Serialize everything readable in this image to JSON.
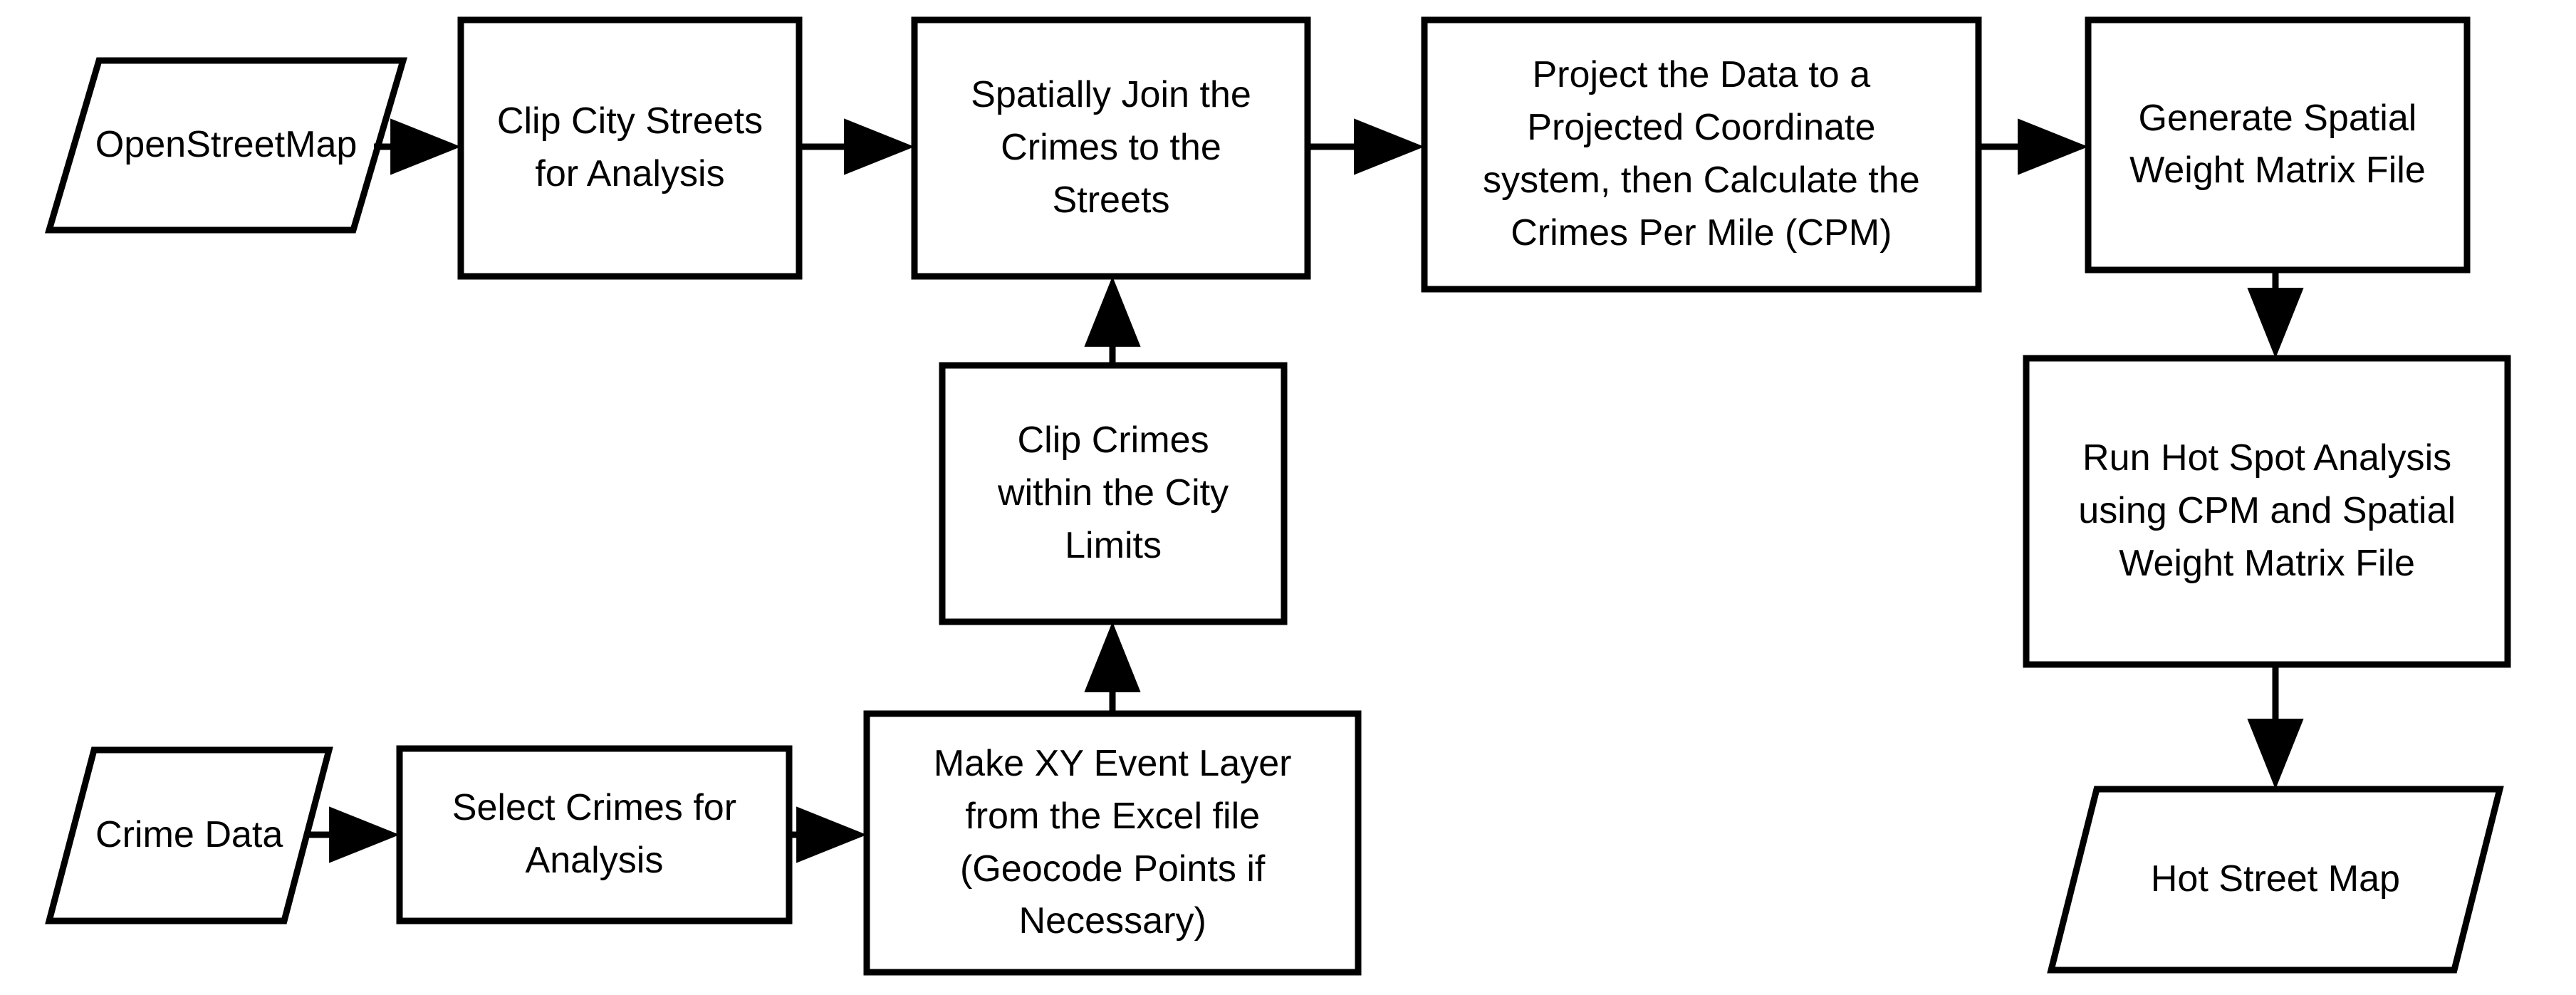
{
  "diagram": {
    "type": "flowchart",
    "colors": {
      "background": "#ffffff",
      "node_fill": "#ffffff",
      "node_stroke": "#000000",
      "text": "#000000",
      "arrow": "#000000"
    },
    "nodes": {
      "openstreetmap": {
        "shape": "parallelogram",
        "label": "OpenStreetMap"
      },
      "clip_city_streets": {
        "shape": "process",
        "label": "Clip City Streets\nfor Analysis"
      },
      "spatially_join": {
        "shape": "process",
        "label": "Spatially Join the\nCrimes to the\nStreets"
      },
      "project_data_cpm": {
        "shape": "process",
        "label": "Project the Data to a\nProjected Coordinate\nsystem, then Calculate the\nCrimes Per Mile (CPM)"
      },
      "generate_swm": {
        "shape": "process",
        "label": "Generate Spatial\nWeight Matrix File"
      },
      "clip_crimes": {
        "shape": "process",
        "label": "Clip Crimes\nwithin the City\nLimits"
      },
      "run_hot_spot": {
        "shape": "process",
        "label": "Run Hot Spot Analysis\nusing CPM and Spatial\nWeight Matrix File"
      },
      "make_xy_event_layer": {
        "shape": "process",
        "label": "Make XY Event Layer\nfrom the Excel file\n(Geocode Points if\nNecessary)"
      },
      "crime_data": {
        "shape": "parallelogram",
        "label": "Crime Data"
      },
      "select_crimes": {
        "shape": "process",
        "label": "Select Crimes for\nAnalysis"
      },
      "hot_street_map": {
        "shape": "parallelogram",
        "label": "Hot Street Map"
      }
    },
    "edges": [
      {
        "from": "openstreetmap",
        "to": "clip_city_streets"
      },
      {
        "from": "clip_city_streets",
        "to": "spatially_join"
      },
      {
        "from": "spatially_join",
        "to": "project_data_cpm"
      },
      {
        "from": "project_data_cpm",
        "to": "generate_swm"
      },
      {
        "from": "generate_swm",
        "to": "run_hot_spot"
      },
      {
        "from": "run_hot_spot",
        "to": "hot_street_map"
      },
      {
        "from": "crime_data",
        "to": "select_crimes"
      },
      {
        "from": "select_crimes",
        "to": "make_xy_event_layer"
      },
      {
        "from": "make_xy_event_layer",
        "to": "clip_crimes"
      },
      {
        "from": "clip_crimes",
        "to": "spatially_join"
      }
    ]
  }
}
